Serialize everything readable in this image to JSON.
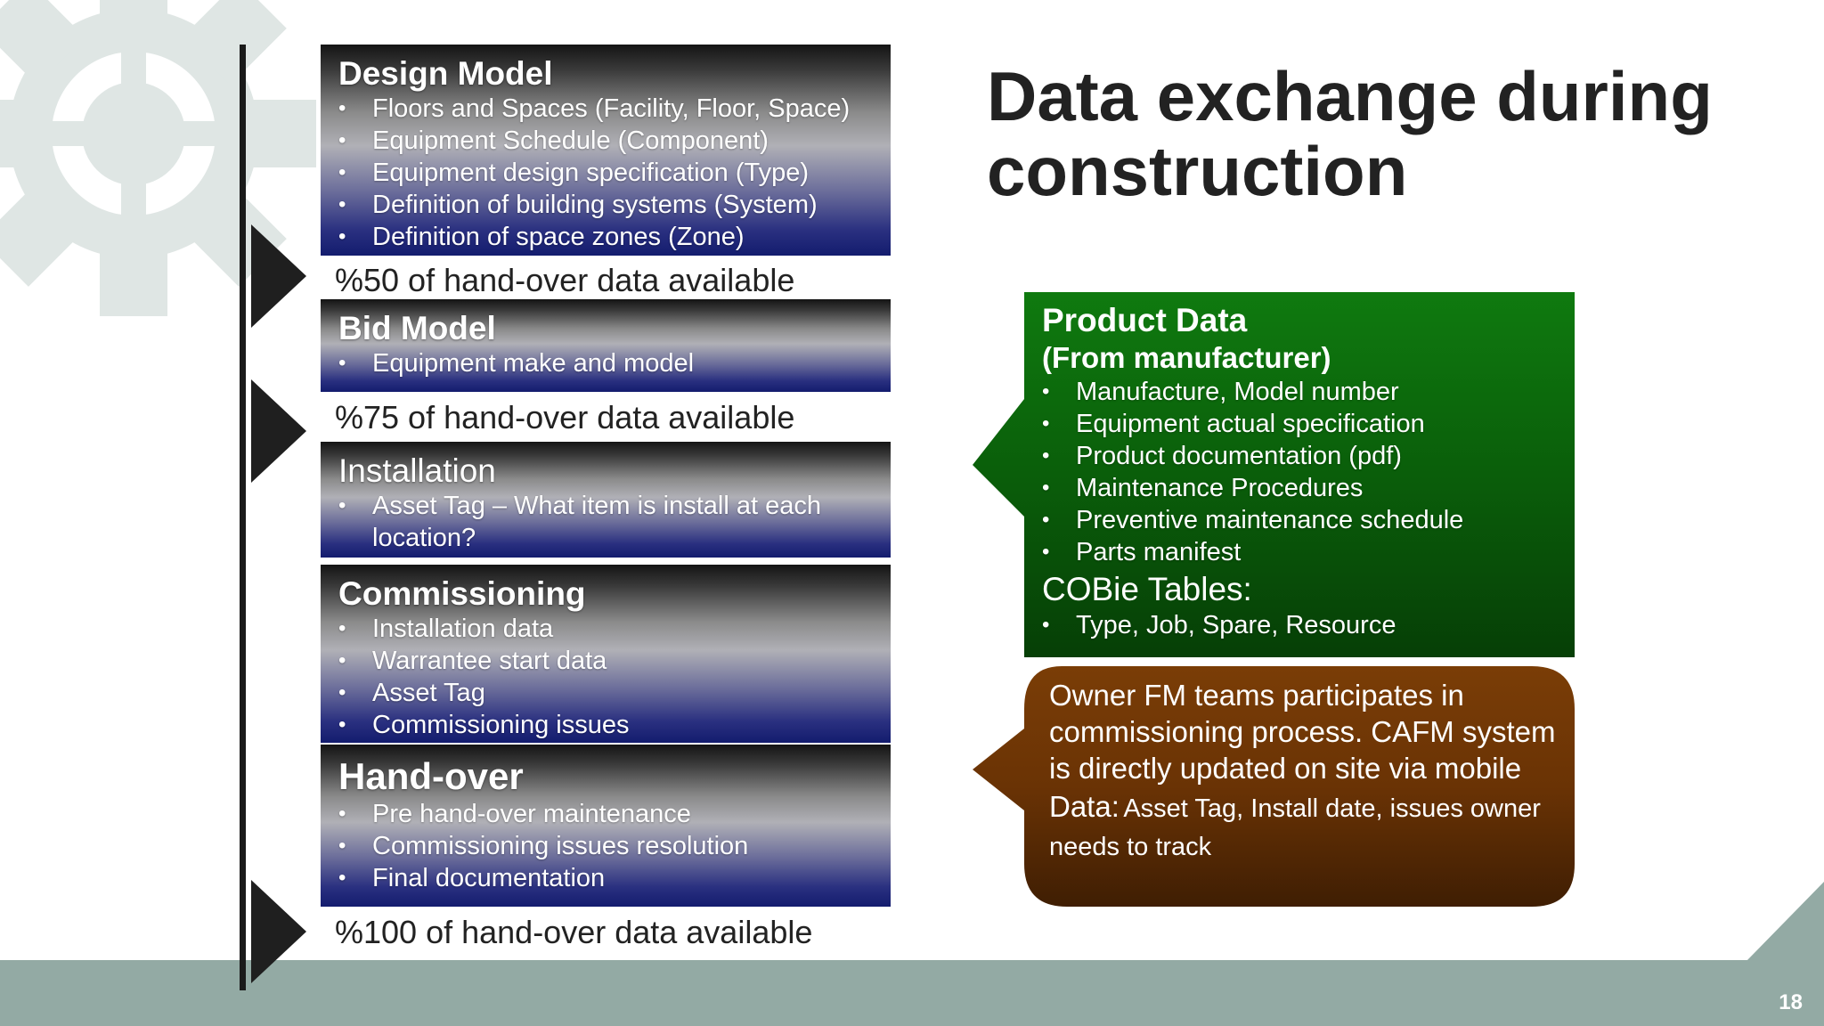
{
  "slide": {
    "title": "Data exchange during construction",
    "page_number": "18"
  },
  "stages": [
    {
      "title": "Design Model",
      "items": [
        "Floors and Spaces (Facility, Floor, Space)",
        "Equipment Schedule (Component)",
        "Equipment design specification (Type)",
        "Definition of building systems (System)",
        "Definition of space zones (Zone)"
      ]
    },
    {
      "title": "Bid Model",
      "items": [
        "Equipment make and model"
      ]
    },
    {
      "title": "Installation",
      "items": [
        "Asset Tag – What item is install at each location?"
      ]
    },
    {
      "title": "Commissioning",
      "items": [
        "Installation data",
        "Warrantee start data",
        "Asset Tag",
        "Commissioning issues"
      ]
    },
    {
      "title": "Hand-over",
      "items": [
        "Pre hand-over maintenance",
        "Commissioning issues resolution",
        "Final documentation"
      ]
    }
  ],
  "availability": {
    "a50": "%50 of hand-over data available",
    "a75": "%75 of hand-over data available",
    "a100": "%100 of hand-over data available"
  },
  "product_data": {
    "title": "Product Data",
    "subtitle": "(From manufacturer)",
    "items": [
      "Manufacture, Model number",
      "Equipment actual specification",
      "Product documentation (pdf)",
      "Maintenance Procedures",
      "Preventive maintenance schedule",
      "Parts manifest"
    ],
    "cobie_label": "COBie Tables:",
    "cobie_items": [
      "Type, Job, Spare, Resource"
    ]
  },
  "owner_callout": {
    "text": "Owner FM teams participates in commissioning process.  CAFM system is directly updated on site via mobile",
    "data_label": "Data:",
    "data_value": "Asset Tag, Install date, issues owner needs to track"
  },
  "colors": {
    "stage_dark": "#141414",
    "stage_blue": "#131c6e",
    "product_green": "#0d6d0d",
    "owner_brown": "#6a3305",
    "band": "#93aaa4",
    "gear": "#dfe6e4"
  }
}
